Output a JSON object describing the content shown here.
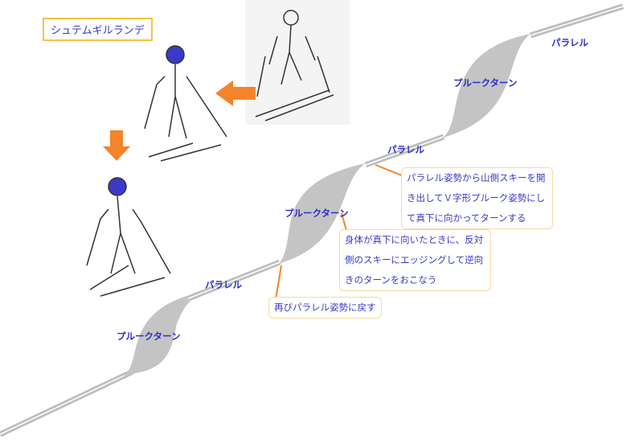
{
  "title": "シュテムギルランデ",
  "labels": {
    "parallel": "パラレル",
    "plough": "プルークターン"
  },
  "notes": [
    "パラレル姿勢から山側スキーを開き出してＶ字形プルーク姿勢にして真下に向かってターンする",
    "身体が真下に向いたときに、反対側のスキーにエッジングして逆向きのターンをおこなう",
    "再びパラレル姿勢に戻す"
  ],
  "colors": {
    "slope": "#c4c4c4",
    "arrow": "#f5832a",
    "callout_line": "#f5832a",
    "text": "#3a3ac8"
  }
}
